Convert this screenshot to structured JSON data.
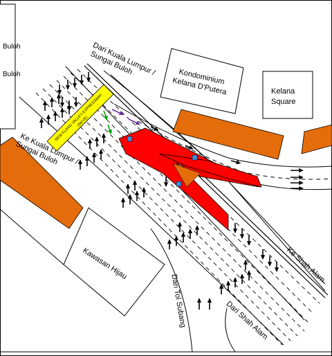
{
  "labels": {
    "left_top_1": "Buloh",
    "left_top_2": "Buloh",
    "dari_kl_1": "Dari Kuala Lumpur /",
    "dari_kl_2": "Sungai Buloh",
    "ke_kl_1": "Ke Kuala Lumpur /",
    "ke_kl_2": "Sungai Buloh",
    "kondo_1": "Kondominium",
    "kondo_2": "Kelana D'Putera",
    "kelana_1": "Kelana",
    "kelana_2": "Square",
    "kawasan": "Kawasan Hijau",
    "ke_shah_alam": "Ke Shah Alam",
    "dari_tol_subang": "Dari Tol Subang",
    "dari_shah_alam": "Dari Shah Alam",
    "nkve_1": "NEW KLANG VALLEY EXPRESSWAY",
    "nkve_2": "(NKVE)"
  },
  "colors": {
    "highway_sign": "#ffff00",
    "building_orange": "#e46c0a",
    "works_zone_red": "#ff0000",
    "arrow_green": "#00a000",
    "arrow_purple": "#7030a0",
    "marker_blue": "#3c8fdc"
  }
}
